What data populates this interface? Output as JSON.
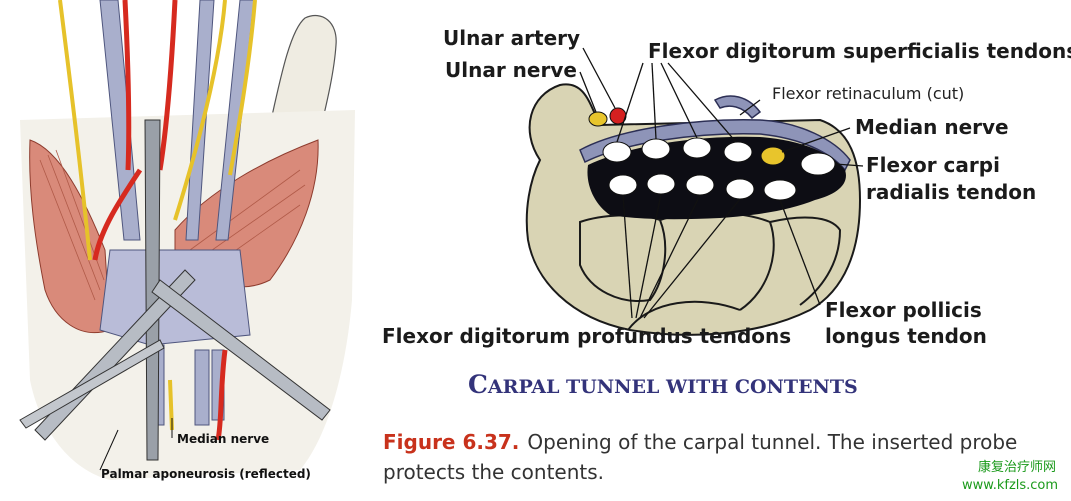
{
  "left_illustration": {
    "labels": {
      "median_nerve": "Median nerve",
      "palmar_aponeurosis": "Palmar aponeurosis (reflected)"
    }
  },
  "cross_section": {
    "labels": {
      "ulnar_artery": "Ulnar artery",
      "ulnar_nerve": "Ulnar nerve",
      "fds_tendons": "Flexor digitorum superficialis tendons",
      "flexor_retinaculum": "Flexor retinaculum (cut)",
      "median_nerve": "Median nerve",
      "fcr_line1": "Flexor carpi",
      "fcr_line2": "radialis tendon",
      "fpl_line1": "Flexor pollicis",
      "fpl_line2": "longus tendon",
      "fdp_tendons": "Flexor digitorum profundus tendons"
    },
    "title": {
      "cap_c": "C",
      "rest1": "ARPAL TUNNEL WITH CONTENTS"
    }
  },
  "caption": {
    "figure_number": "Figure 6.37.",
    "line1": "Opening of the carpal tunnel. The inserted probe",
    "line2": "protects the contents."
  },
  "watermark": {
    "line1": "康复治疗师网",
    "line2": "www.kfzls.com"
  },
  "colors": {
    "bone": "#d9d4b4",
    "tunnel": "#0d0d14",
    "tendon": "#ffffff",
    "artery": "#d52020",
    "nerve": "#e8c52c",
    "retinaculum": "#8e94b8",
    "title": "#33337a",
    "caption_fig": "#c8321c",
    "watermark": "#1b9a1b"
  }
}
